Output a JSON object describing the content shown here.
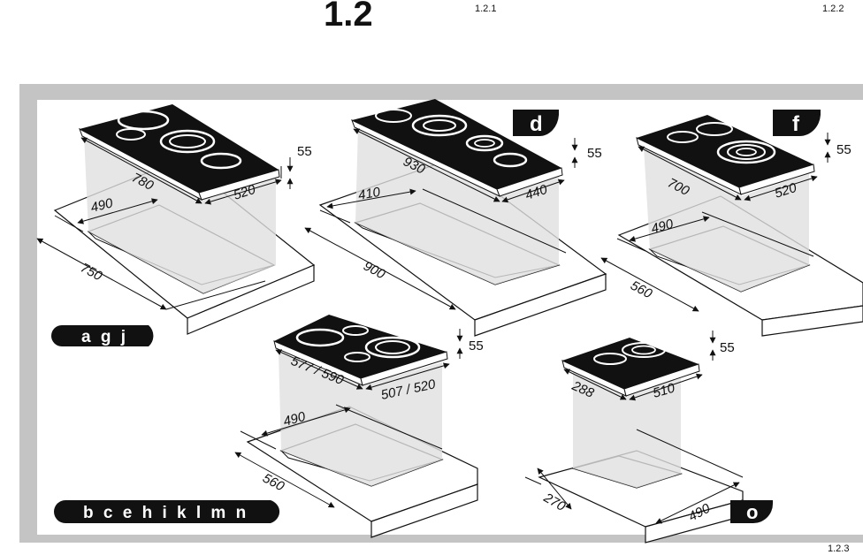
{
  "header": {
    "section": "1.2",
    "sub1": "1.2.1",
    "sub2": "1.2.2",
    "sub3": "1.2.3"
  },
  "variants": [
    {
      "letters": "a g j",
      "width": "780",
      "depth": "520",
      "height": "55",
      "cut_depth": "490",
      "cut_width": "750"
    },
    {
      "letters": "d",
      "width": "930",
      "depth": "440",
      "height": "55",
      "cut_depth": "410",
      "cut_width": "900"
    },
    {
      "letters": "f",
      "width": "700",
      "depth": "520",
      "height": "55",
      "cut_depth": "490",
      "cut_width": "560"
    },
    {
      "letters": "b c e h i k l m n",
      "width": "577 / 590",
      "depth": "507 / 520",
      "height": "55",
      "cut_depth": "490",
      "cut_width": "560"
    },
    {
      "letters": "o",
      "width": "288",
      "depth": "510",
      "height": "55",
      "cut_depth": "270",
      "cut_width": "490"
    }
  ],
  "colors": {
    "hob": "#111111",
    "frame": "#c4c4c4",
    "projection": "#e0e0e0",
    "ring": "#ffffff"
  }
}
